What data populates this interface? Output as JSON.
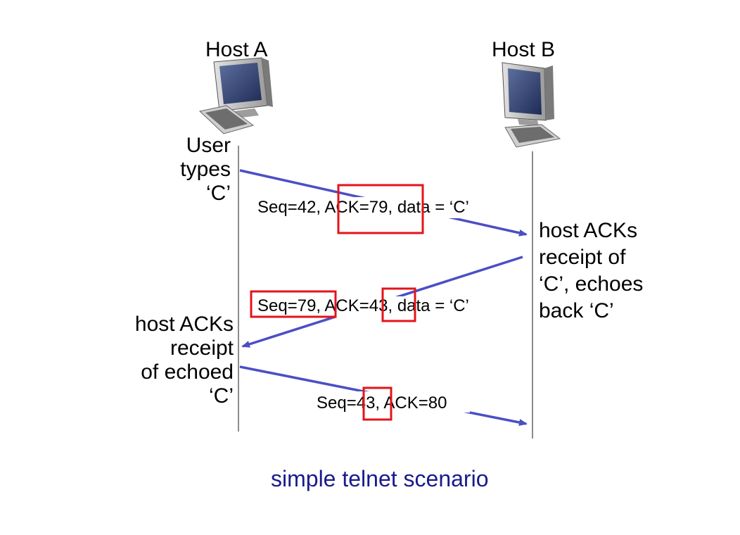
{
  "hosts": {
    "a_label": "Host A",
    "b_label": "Host B"
  },
  "events": {
    "a_user_types": [
      "User",
      "types",
      "‘C’"
    ],
    "b_host_acks": [
      "host ACKs",
      "receipt of",
      "‘C’, echoes",
      "back ‘C’"
    ],
    "a_host_acks": [
      "host ACKs",
      "receipt",
      "of echoed",
      "‘C’"
    ]
  },
  "messages": [
    {
      "text": "Seq=42, ACK=79, data = ‘C’",
      "direction": "A-to-B"
    },
    {
      "text": "Seq=79, ACK=43, data = ‘C’",
      "direction": "B-to-A"
    },
    {
      "text": "Seq=43, ACK=80",
      "direction": "A-to-B"
    }
  ],
  "caption": "simple telnet scenario",
  "colors": {
    "arrow": "#4b4fc4",
    "highlight": "#e3141b",
    "caption": "#1a1a8c",
    "timeline": "#666666"
  },
  "icons": [
    "desktop-computer-icon",
    "desktop-computer-icon"
  ]
}
